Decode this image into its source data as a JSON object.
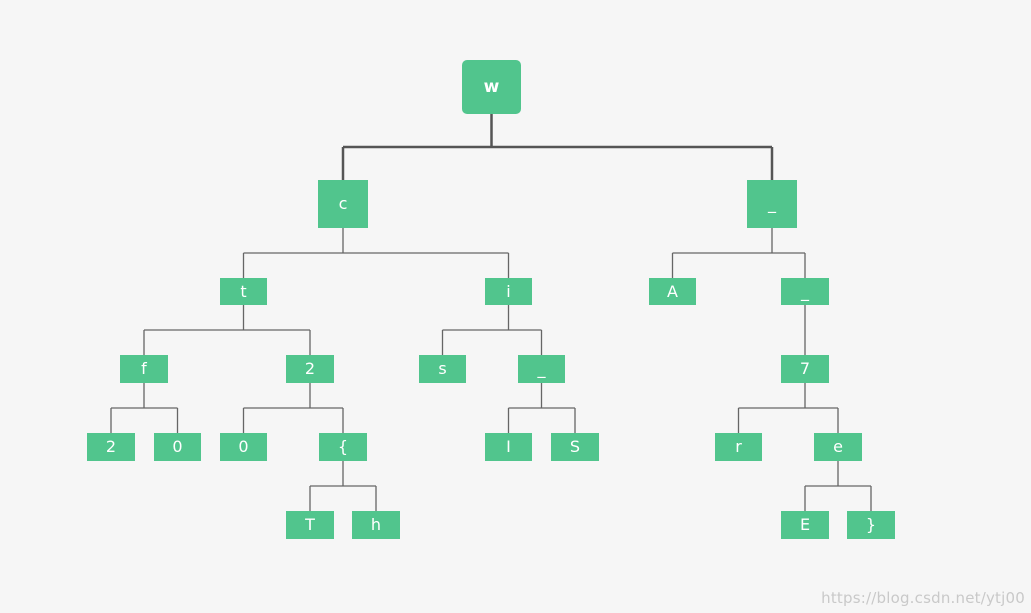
{
  "tree": {
    "nodes": {
      "w": "w",
      "c": "c",
      "u1": "_",
      "t": "t",
      "i": "i",
      "A": "A",
      "u2": "_",
      "f": "f",
      "two": "2",
      "s": "s",
      "u3": "_",
      "seven": "7",
      "f_two": "2",
      "f_zero": "0",
      "zero": "0",
      "brace_open": "{",
      "I": "I",
      "S": "S",
      "r": "r",
      "e": "e",
      "T": "T",
      "h": "h",
      "E": "E",
      "brace_close": "}"
    },
    "edges": [
      [
        "w",
        "c"
      ],
      [
        "w",
        "u1"
      ],
      [
        "c",
        "t"
      ],
      [
        "c",
        "i"
      ],
      [
        "u1",
        "A"
      ],
      [
        "u1",
        "u2"
      ],
      [
        "t",
        "f"
      ],
      [
        "t",
        "two"
      ],
      [
        "i",
        "s"
      ],
      [
        "i",
        "u3"
      ],
      [
        "u2",
        "seven"
      ],
      [
        "f",
        "f_two"
      ],
      [
        "f",
        "f_zero"
      ],
      [
        "two",
        "zero"
      ],
      [
        "two",
        "brace_open"
      ],
      [
        "u3",
        "I"
      ],
      [
        "u3",
        "S"
      ],
      [
        "seven",
        "r"
      ],
      [
        "seven",
        "e"
      ],
      [
        "brace_open",
        "T"
      ],
      [
        "brace_open",
        "h"
      ],
      [
        "e",
        "E"
      ],
      [
        "e",
        "brace_close"
      ]
    ]
  },
  "watermark": "https://blog.csdn.net/ytj00"
}
